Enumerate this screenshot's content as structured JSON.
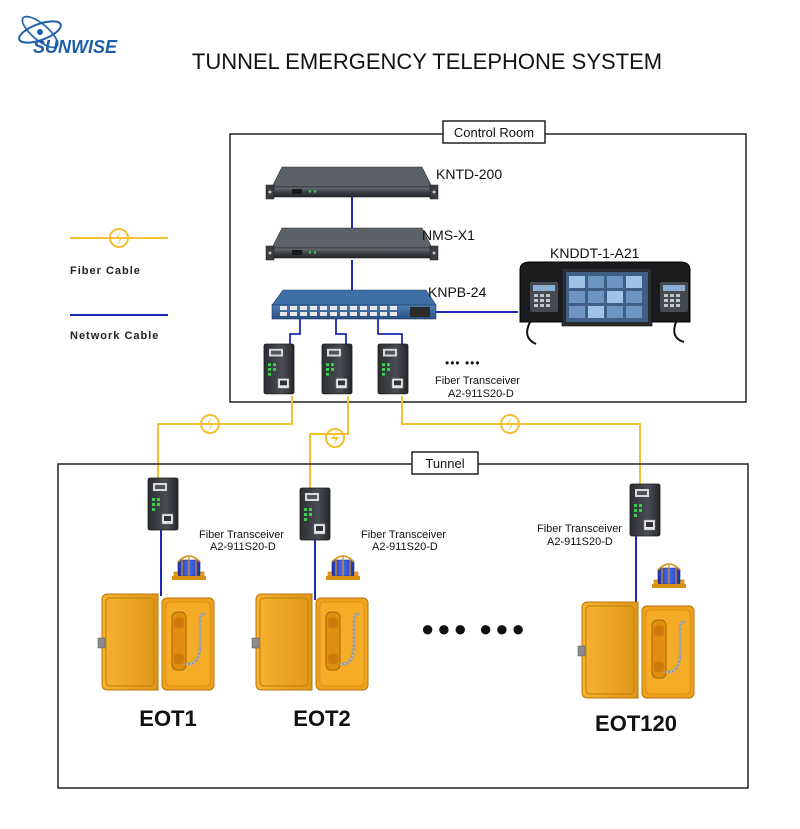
{
  "logo": {
    "text": "SUNWISE"
  },
  "title": "TUNNEL EMERGENCY TELEPHONE SYSTEM",
  "legend": {
    "fiber_label": "Fiber Cable",
    "network_label": "Network Cable",
    "fiber_color": "#f2c031",
    "network_color": "#1a2ab5"
  },
  "control_room": {
    "label": "Control Room",
    "devices": {
      "kntd": "KNTD-200",
      "nms": "NMS-X1",
      "knpb": "KNPB-24",
      "knddt": "KNDDT-1-A21"
    },
    "ellipsis": "••• •••",
    "transceiver_name": "Fiber Transceiver",
    "transceiver_model": "A2-911S20-D"
  },
  "tunnel": {
    "label": "Tunnel",
    "transceivers": [
      {
        "name": "Fiber Transceiver",
        "model": "A2-911S20-D"
      },
      {
        "name": "Fiber Transceiver",
        "model": "A2-911S20-D"
      },
      {
        "name": "Fiber Transceiver",
        "model": "A2-911S20-D"
      }
    ],
    "phones": [
      "EOT1",
      "EOT2",
      "EOT120"
    ],
    "ellipsis": "●●● ●●●"
  },
  "colors": {
    "phone_body": "#f0a21e",
    "phone_dark": "#d4860c",
    "beacon": "#2a48d8",
    "box_border": "#222222",
    "brand": "#1d5fa8"
  }
}
